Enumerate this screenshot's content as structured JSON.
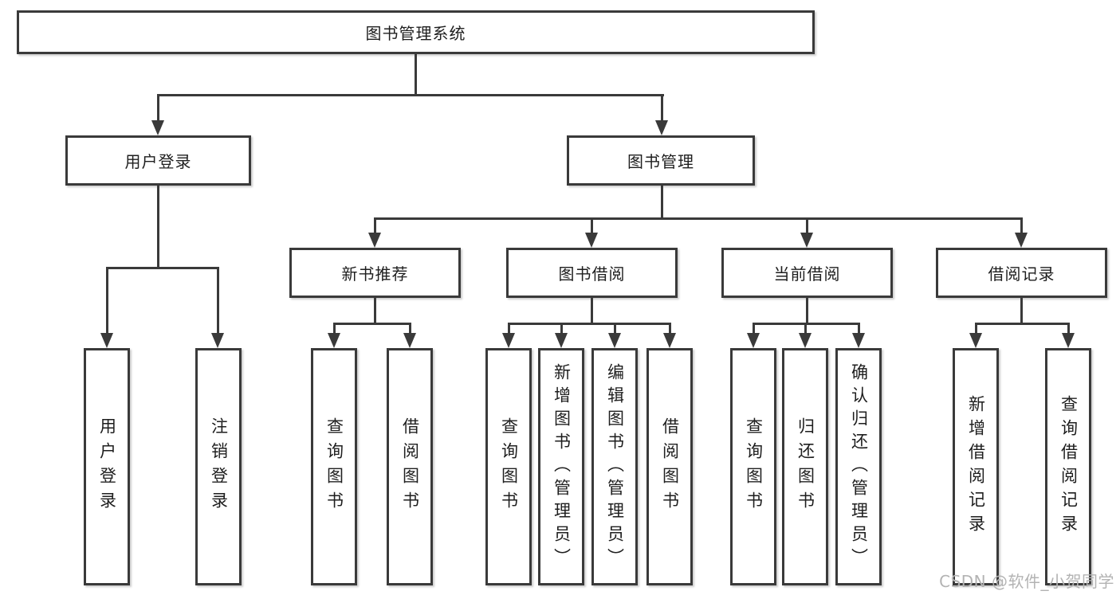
{
  "diagram_title": "图书管理系统",
  "nodes": {
    "root": "图书管理系统",
    "user_login": "用户登录",
    "book_mgmt": "图书管理",
    "new_book_rec": "新书推荐",
    "book_borrow": "图书借阅",
    "current_borrow": "当前借阅",
    "borrow_records": "借阅记录",
    "leaf_user_login": "用户登录",
    "leaf_logout": "注销登录",
    "leaf_query_books_rec": "查询图书",
    "leaf_borrow_books_rec": "借阅图书",
    "leaf_query_books_borrow": "查询图书",
    "leaf_add_book_admin": "新增图书（管理员）",
    "leaf_edit_book_admin": "编辑图书（管理员）",
    "leaf_borrow_books_borrow": "借阅图书",
    "leaf_query_books_current": "查询图书",
    "leaf_return_book": "归还图书",
    "leaf_confirm_return_admin": "确认归还（管理员）",
    "leaf_add_borrow_record": "新增借阅记录",
    "leaf_query_borrow_record": "查询借阅记录"
  },
  "watermark": "CSDN @软件_小贺同学",
  "colors": {
    "line": "#3a3a3a",
    "text": "#1e1e1e",
    "watermark": "#b3b3b3",
    "background": "#ffffff"
  }
}
